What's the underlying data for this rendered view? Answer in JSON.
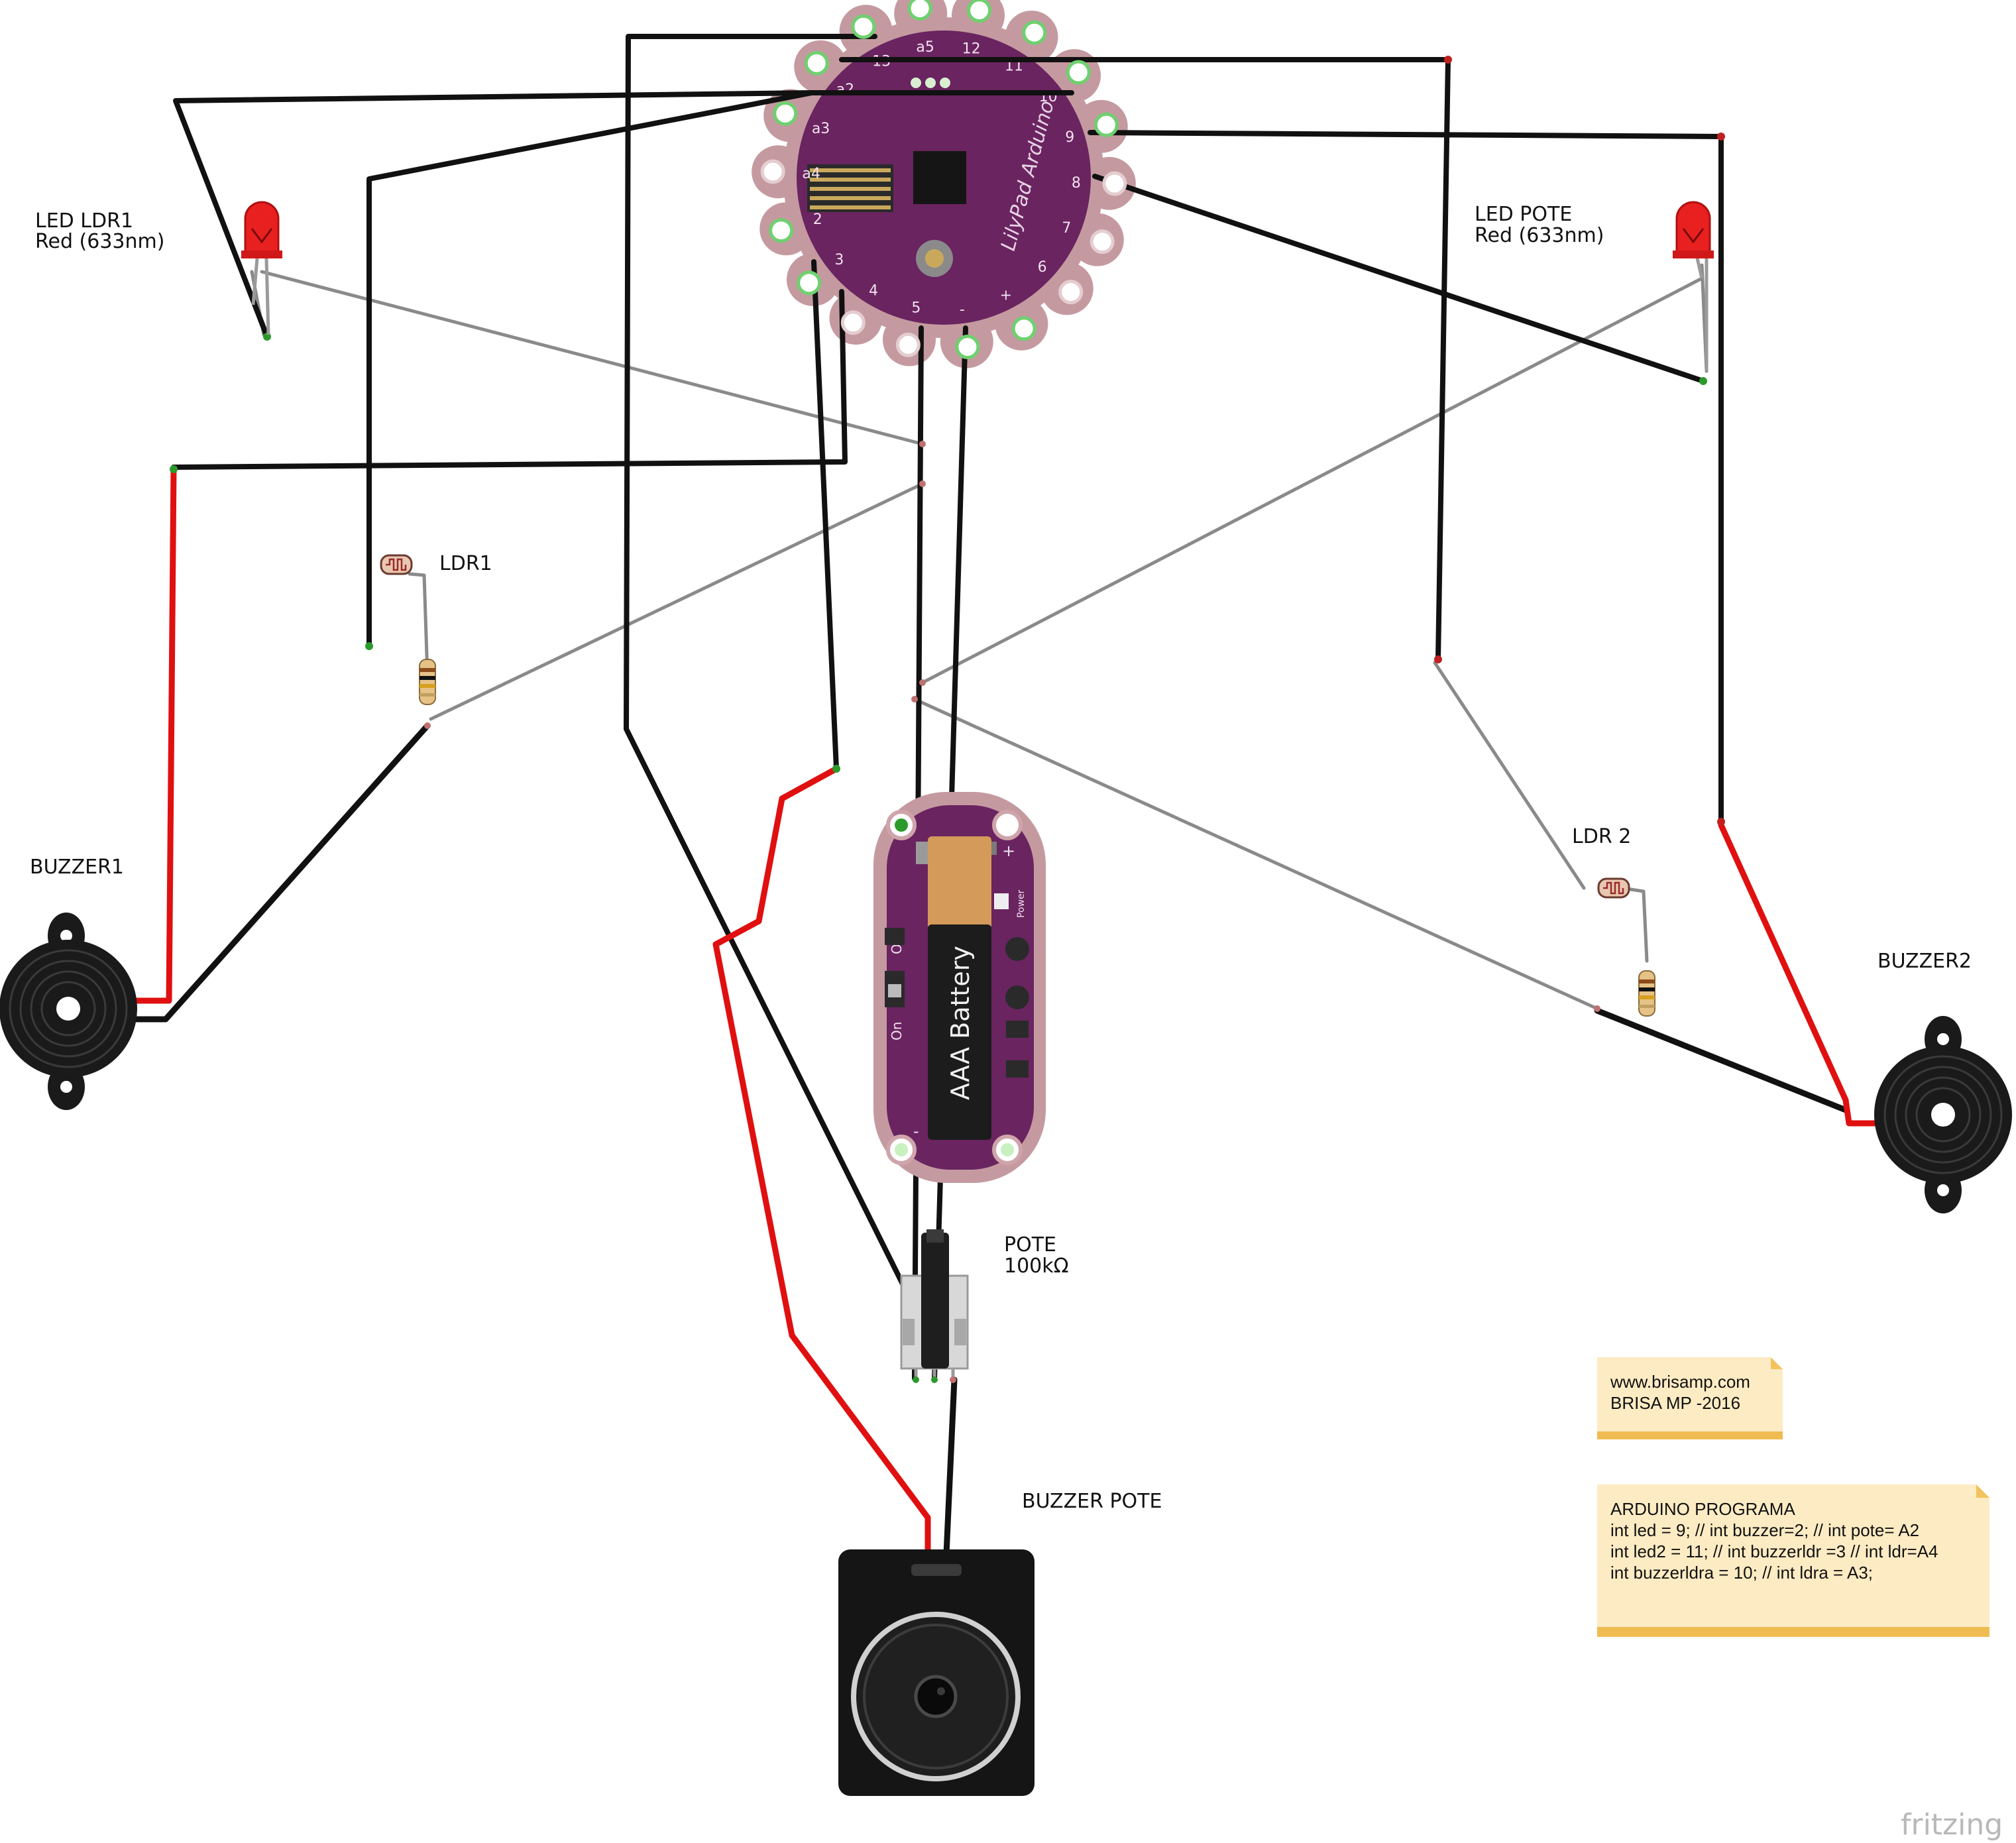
{
  "labels": {
    "led_ldr1_name": "LED LDR1",
    "led_ldr1_color": "Red (633nm)",
    "led_pote_name": "LED POTE",
    "led_pote_color": "Red (633nm)",
    "ldr1": "LDR1",
    "ldr2": "LDR 2",
    "buzzer1": "BUZZER1",
    "buzzer2": "BUZZER2",
    "pote_name": "POTE",
    "pote_value": "100kΩ",
    "buzzer_pote": "BUZZER POTE",
    "fritzing": "fritzing"
  },
  "lilypad": {
    "logo": "LilyPad Arduino",
    "pins": [
      "a5",
      "12",
      "11",
      "10",
      "9",
      "8",
      "7",
      "6",
      "+",
      "-",
      "5",
      "4",
      "3",
      "2",
      "a4",
      "a3",
      "a2",
      "13"
    ]
  },
  "battery": {
    "label": "AAA Battery",
    "switch_off": "Off",
    "switch_on": "On",
    "power": "Power",
    "plus": "+",
    "minus": "-"
  },
  "notes": {
    "website_line1": "www.brisamp.com",
    "website_line2": "BRISA MP -2016",
    "program_title": "ARDUINO PROGRAMA",
    "program_line1": "int led = 9;   // int buzzer=2;  // int pote= A2",
    "program_line2": "int led2 = 11; // int buzzerldr =3 // int ldr=A4",
    "program_line3": "int buzzerldra = 10; // int ldra = A3;"
  },
  "colors": {
    "wire_black": "#111111",
    "wire_red": "#e01010",
    "wire_gray": "#8a8a8a",
    "lilypad_petal": "#c49aa0",
    "lilypad_board": "#6a2460",
    "note_bg": "#fdebc3",
    "note_border": "#f0bc52"
  }
}
